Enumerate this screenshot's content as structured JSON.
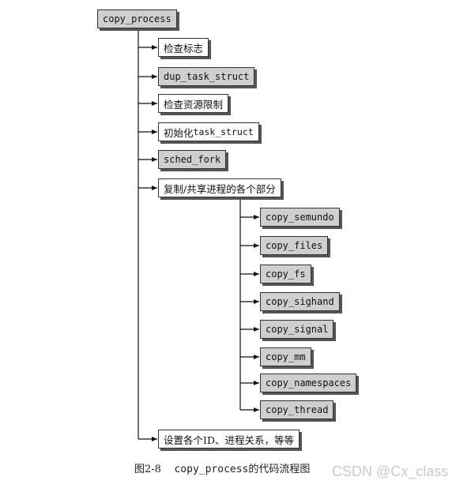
{
  "root": {
    "label": "copy_process"
  },
  "steps": [
    {
      "label": "检查标志",
      "kind": "text"
    },
    {
      "label": "dup_task_struct",
      "kind": "fn"
    },
    {
      "label": "检查资源限制",
      "kind": "text"
    },
    {
      "label_prefix": "初始化",
      "label_suffix": "task_struct",
      "kind": "mixed"
    },
    {
      "label": "sched_fork",
      "kind": "fn"
    },
    {
      "label": "复制/共享进程的各个部分",
      "kind": "text"
    },
    {
      "label": "设置各个ID、进程关系，等等",
      "kind": "text"
    }
  ],
  "substeps": [
    {
      "label": "copy_semundo"
    },
    {
      "label": "copy_files"
    },
    {
      "label": "copy_fs"
    },
    {
      "label": "copy_sighand"
    },
    {
      "label": "copy_signal"
    },
    {
      "label": "copy_mm"
    },
    {
      "label": "copy_namespaces"
    },
    {
      "label": "copy_thread"
    }
  ],
  "caption": {
    "figure": "图2-8",
    "fn": "copy_process",
    "text": "的代码流程图"
  },
  "watermark": "CSDN @Cx_class"
}
